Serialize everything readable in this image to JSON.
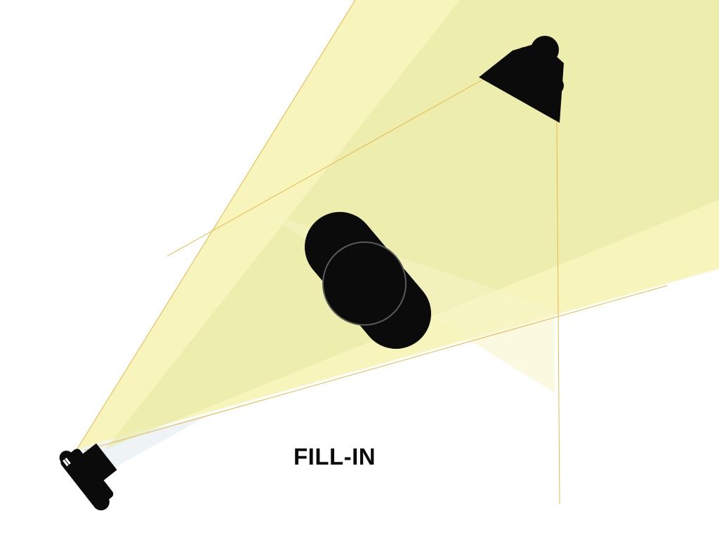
{
  "label": "FILL-IN",
  "colors": {
    "beam_fill": "#f4f2a6",
    "beam_edge": "#e6b84a",
    "shadow_beam": "#eaf0f3",
    "subject": "#0b0b0b",
    "subject_outline": "#5a5a5a"
  },
  "elements": [
    {
      "name": "camera-icon",
      "role": "camera"
    },
    {
      "name": "fill-light-icon",
      "role": "light source"
    },
    {
      "name": "subject-icon",
      "role": "subject"
    }
  ]
}
